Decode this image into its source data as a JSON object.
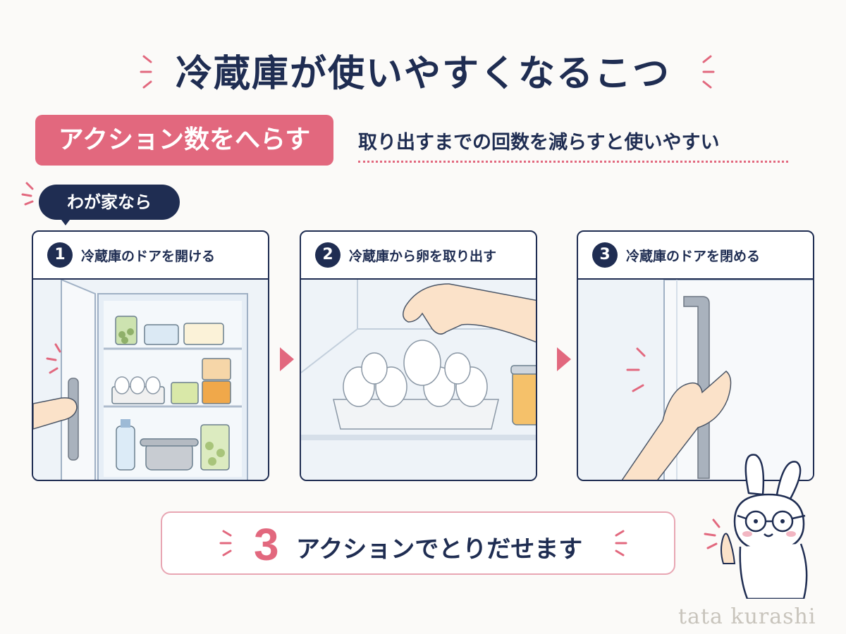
{
  "title": "冷蔵庫が使いやすくなるこつ",
  "tag": "アクション数をへらす",
  "subtitle": "取り出すまでの回数を減らすと使いやすい",
  "speech_bubble": "わが家なら",
  "steps": [
    {
      "number": "1",
      "label": "冷蔵庫のドアを開ける"
    },
    {
      "number": "2",
      "label": "冷蔵庫から卵を取り出す"
    },
    {
      "number": "3",
      "label": "冷蔵庫のドアを閉める"
    }
  ],
  "result": {
    "number": "3",
    "text": "アクションでとりだせます"
  },
  "watermark": "tata kurashi",
  "colors": {
    "navy": "#1f2d52",
    "pink": "#e2687e",
    "light_pink": "#e8a6b3",
    "background": "#fbfaf8"
  }
}
